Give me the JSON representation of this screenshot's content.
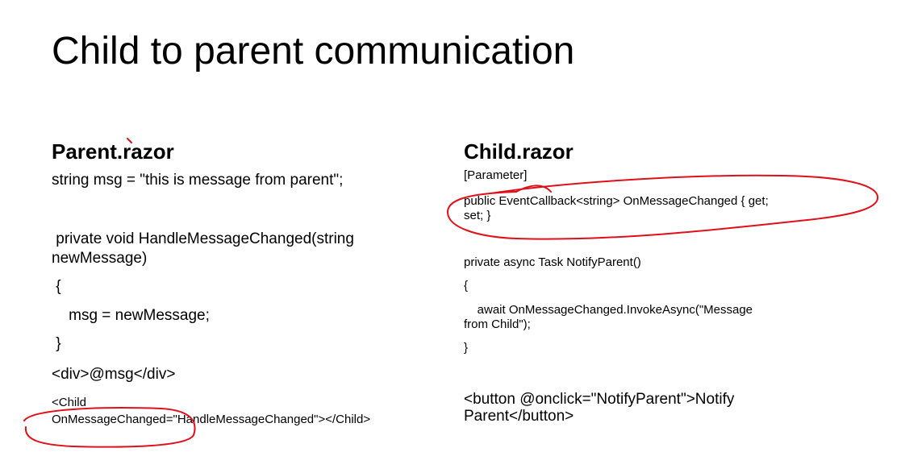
{
  "slide": {
    "title": "Child to parent communication",
    "parent": {
      "heading": "Parent.razor",
      "line1": "string msg = \"this is message from parent\";",
      "line2a": " private void HandleMessageChanged(string",
      "line2b": "newMessage)",
      "line3": " {",
      "line4": "    msg = newMessage;",
      "line5": " }",
      "line6": "<div>@msg</div>",
      "line7a": "<Child",
      "line7b": "OnMessageChanged=\"HandleMessageChanged\"></Child>"
    },
    "child": {
      "heading": "Child.razor",
      "line1": "[Parameter]",
      "line2a": "public EventCallback<string> OnMessageChanged { get;",
      "line2b": "set; }",
      "line3": "private async Task NotifyParent()",
      "line4": "{",
      "line5a": "    await OnMessageChanged.InvokeAsync(\"Message",
      "line5b": "from Child\");",
      "line6": "}",
      "line7a": "<button @onclick=\"NotifyParent\">Notify",
      "line7b": "Parent</button>"
    }
  },
  "annotations": {
    "ink_color": "#e0101a"
  }
}
